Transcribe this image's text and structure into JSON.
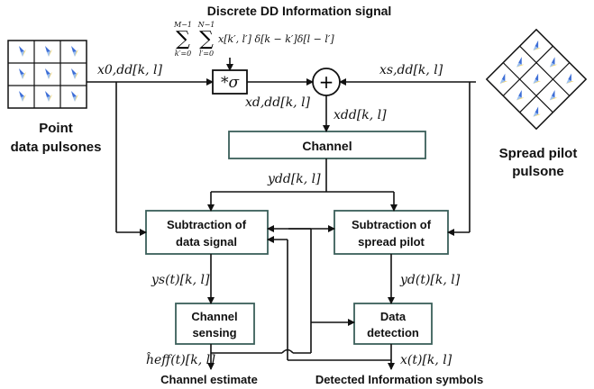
{
  "title": "Discrete DD Information signal",
  "sum_expression": {
    "upper_limits": [
      "M−1",
      "N−1"
    ],
    "lower_limits": [
      "k′=0",
      "l′=0"
    ],
    "summand": "x[k′, l′] δ[k − k′]δ[l − l′]"
  },
  "left_label": [
    "Point",
    "data pulsones"
  ],
  "right_label": [
    "Spread pilot",
    "pulsone"
  ],
  "operator_label": "*σ",
  "adder_label": "+",
  "blocks": {
    "channel": "Channel",
    "subtract_data": [
      "Subtraction of",
      "data signal"
    ],
    "subtract_pilot": [
      "Subtraction of",
      "spread pilot"
    ],
    "channel_sensing": [
      "Channel",
      "sensing"
    ],
    "data_detection": [
      "Data",
      "detection"
    ]
  },
  "signals": {
    "x0dd": "x0,dd[k, l]",
    "xsdd": "xs,dd[k, l]",
    "xddd": "xd,dd[k, l]",
    "xdd": "xdd[k, l]",
    "ydd": "ydd[k, l]",
    "ys": "ys(t)[k, l]",
    "yd": "yd(t)[k, l]",
    "heff": "ĥeff(t)[k, l]",
    "xt": "x(t)[k, l]"
  },
  "outputs": {
    "channel_estimate": "Channel estimate",
    "detected_symbols": "Detected Information symbols"
  }
}
